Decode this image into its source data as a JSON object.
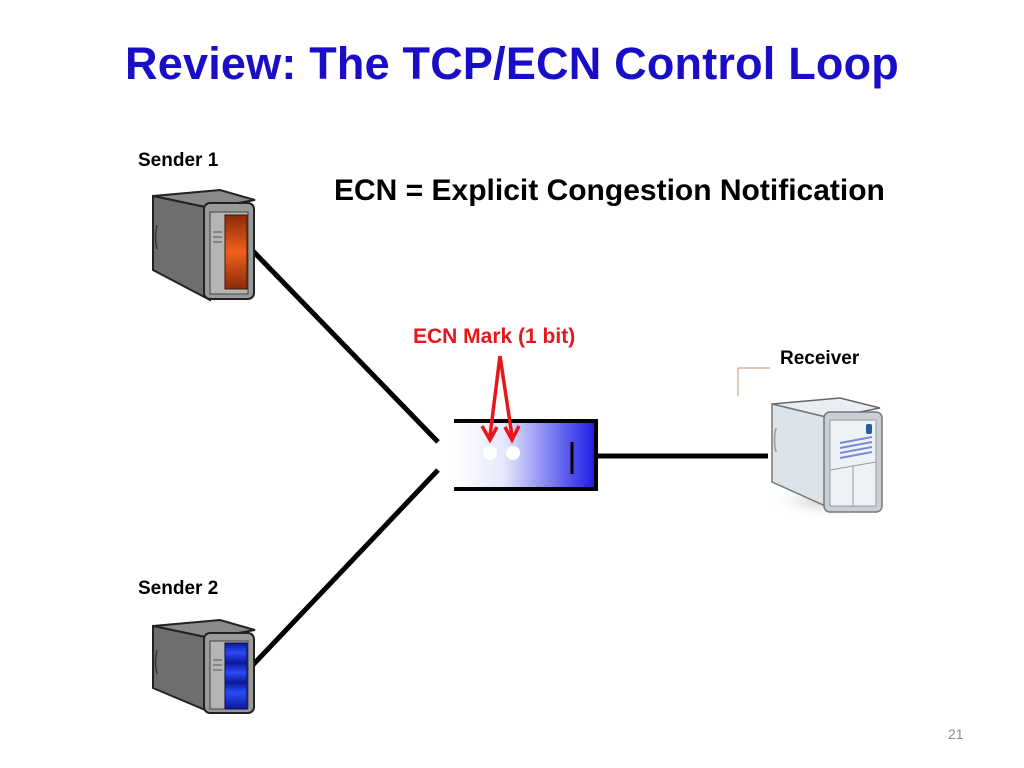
{
  "slide": {
    "title": "Review: The TCP/ECN Control Loop",
    "subtitle": "ECN = Explicit Congestion Notification",
    "page_number": "21"
  },
  "nodes": {
    "sender1": {
      "label": "Sender 1",
      "icon": "server-tower-icon",
      "accent": "#e0521a"
    },
    "sender2": {
      "label": "Sender 2",
      "icon": "server-tower-icon",
      "accent": "#1a3ae8"
    },
    "receiver": {
      "label": "Receiver",
      "icon": "server-tower-icon",
      "accent": "#7a8ae0"
    }
  },
  "router_queue": {
    "icon": "queue-buffer-icon",
    "packets": 2,
    "gradient_colors": [
      "#ffffff",
      "#1a1ae6"
    ]
  },
  "annotation": {
    "label": "ECN Mark (1 bit)",
    "color": "#e8161a"
  }
}
